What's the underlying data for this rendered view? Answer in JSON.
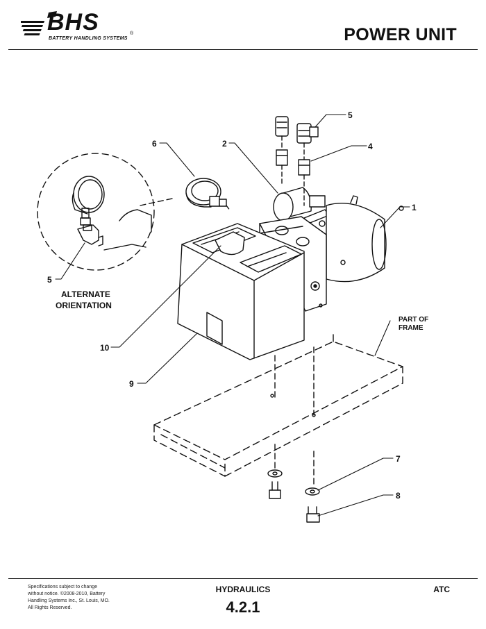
{
  "header": {
    "logo_text": "BHS",
    "logo_subtitle": "BATTERY HANDLING SYSTEMS",
    "logo_reg": "®",
    "title": "POWER UNIT"
  },
  "callouts": {
    "c1": "1",
    "c2": "2",
    "c4": "4",
    "c5a": "5",
    "c5b": "5",
    "c6": "6",
    "c7": "7",
    "c8": "8",
    "c9": "9",
    "c10": "10"
  },
  "labels": {
    "alternate_line1": "ALTERNATE",
    "alternate_line2": "ORIENTATION",
    "frame_line1": "PART OF",
    "frame_line2": "FRAME"
  },
  "footer": {
    "note": "Specifications subject to change without notice. ©2008-2010, Battery Handling Systems Inc., St. Louis, MO. All Rights Reserved.",
    "section": "HYDRAULICS",
    "number": "4.2.1",
    "model": "ATC"
  }
}
